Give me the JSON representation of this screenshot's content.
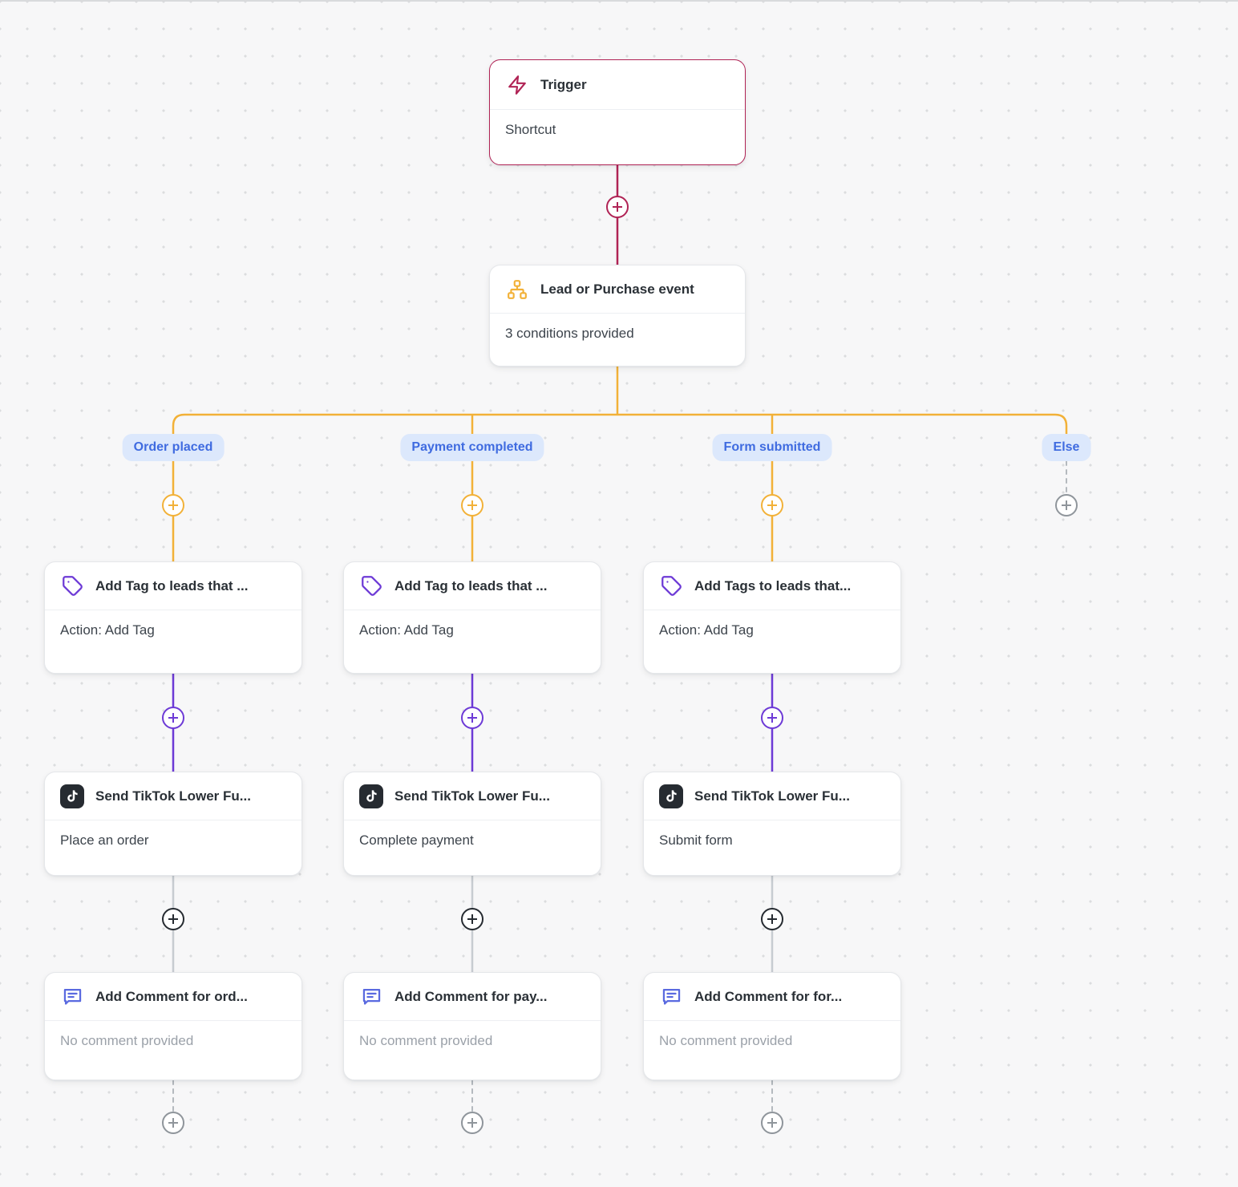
{
  "colors": {
    "crimson": "#b02355",
    "orange": "#f2b138",
    "purple": "#6d3ad6",
    "blue": "#3f6be0",
    "blueBg": "#dce8fc",
    "indigo": "#5a6ae0",
    "dark": "#262b31",
    "grayLine": "#c7ccd1",
    "grayPlus": "#8f959b",
    "dashGray": "#b4b9be"
  },
  "trigger_node": {
    "icon": "zap-icon",
    "title": "Trigger",
    "subtitle": "Shortcut"
  },
  "condition_node": {
    "icon": "network-icon",
    "title": "Lead or Purchase event",
    "subtitle": "3 conditions provided"
  },
  "branches": [
    {
      "label": "Order placed",
      "add_tag": {
        "icon": "tag-icon",
        "title": "Add Tag to leads that ...",
        "subtitle": "Action: Add Tag"
      },
      "send_tiktok": {
        "icon": "tiktok-icon",
        "title": "Send TikTok Lower Fu...",
        "subtitle": "Place an order"
      },
      "add_comment": {
        "icon": "comment-icon",
        "title": "Add Comment for ord...",
        "subtitle": "No comment provided"
      }
    },
    {
      "label": "Payment completed",
      "add_tag": {
        "icon": "tag-icon",
        "title": "Add Tag to leads that ...",
        "subtitle": "Action: Add Tag"
      },
      "send_tiktok": {
        "icon": "tiktok-icon",
        "title": "Send TikTok Lower Fu...",
        "subtitle": "Complete payment"
      },
      "add_comment": {
        "icon": "comment-icon",
        "title": "Add Comment for pay...",
        "subtitle": "No comment provided"
      }
    },
    {
      "label": "Form submitted",
      "add_tag": {
        "icon": "tag-icon",
        "title": "Add Tags to leads that...",
        "subtitle": "Action: Add Tag"
      },
      "send_tiktok": {
        "icon": "tiktok-icon",
        "title": "Send TikTok Lower Fu...",
        "subtitle": "Submit form"
      },
      "add_comment": {
        "icon": "comment-icon",
        "title": "Add Comment for for...",
        "subtitle": "No comment provided"
      }
    },
    {
      "label": "Else"
    }
  ]
}
